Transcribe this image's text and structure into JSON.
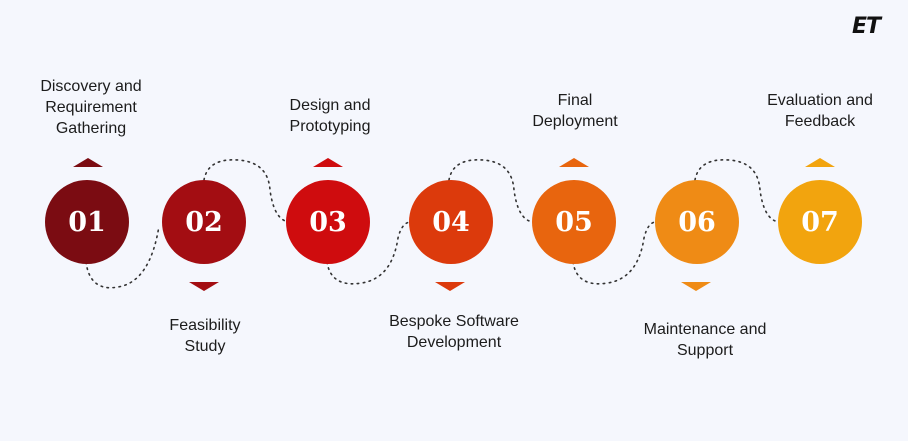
{
  "brand": {
    "logo_text": "ET"
  },
  "steps": [
    {
      "number": "01",
      "label_lines": [
        "Discovery and",
        "Requirement",
        "Gathering"
      ],
      "color": "#7b0c12"
    },
    {
      "number": "02",
      "label_lines": [
        "Feasibility",
        "Study"
      ],
      "color": "#a30d12"
    },
    {
      "number": "03",
      "label_lines": [
        "Design and",
        "Prototyping"
      ],
      "color": "#cf0c0e"
    },
    {
      "number": "04",
      "label_lines": [
        "Bespoke Software",
        "Development"
      ],
      "color": "#dc3a0c"
    },
    {
      "number": "05",
      "label_lines": [
        "Final",
        "Deployment"
      ],
      "color": "#e8650e"
    },
    {
      "number": "06",
      "label_lines": [
        "Maintenance and",
        "Support"
      ],
      "color": "#ef8b15"
    },
    {
      "number": "07",
      "label_lines": [
        "Evaluation and",
        "Feedback"
      ],
      "color": "#f2a40e"
    }
  ]
}
